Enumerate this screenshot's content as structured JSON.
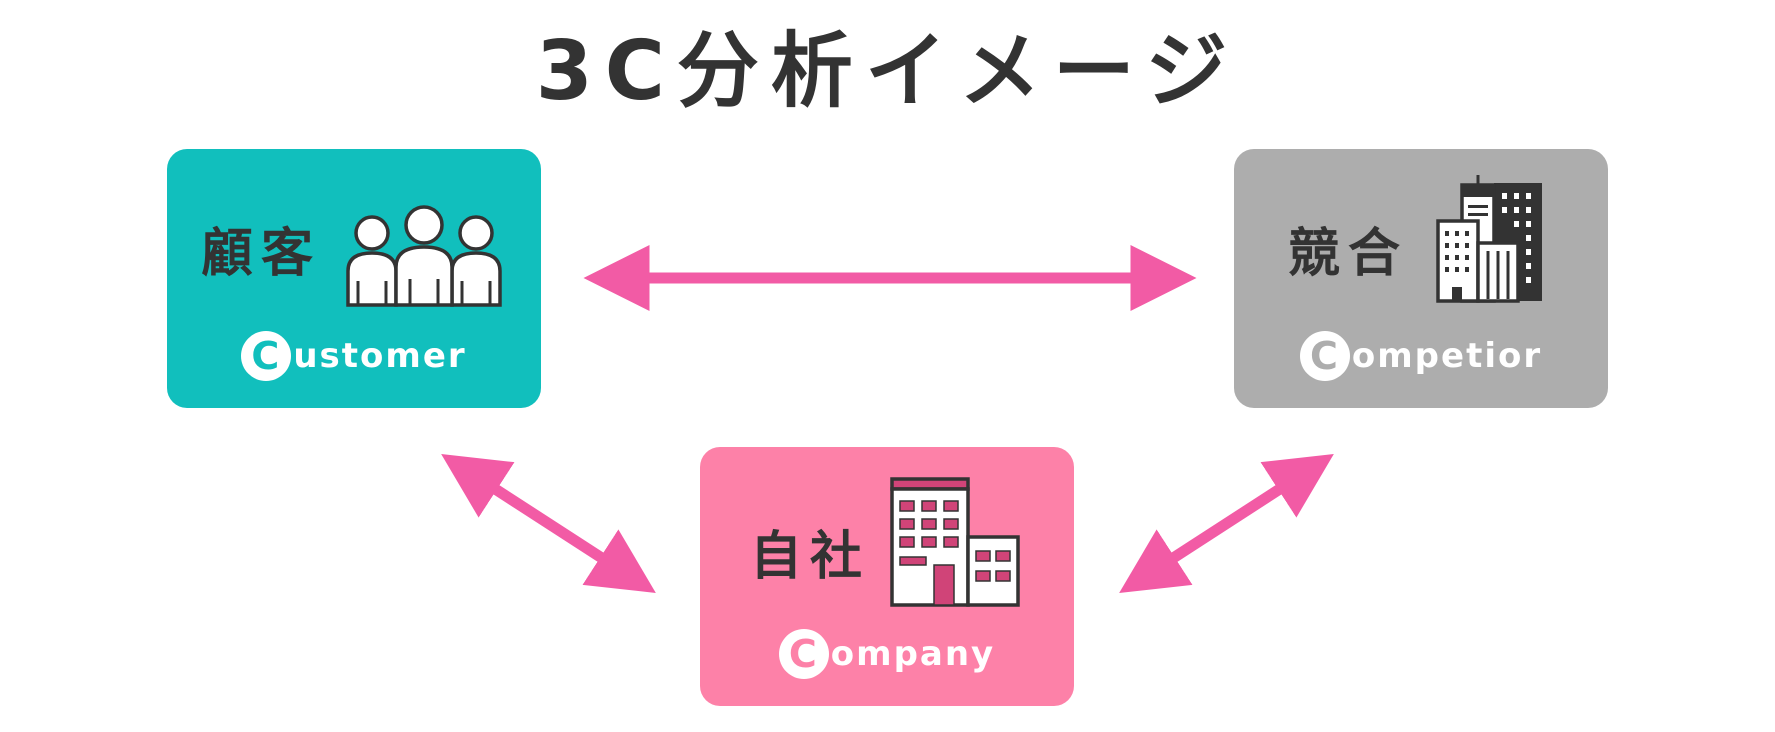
{
  "title": "3C分析イメージ",
  "colors": {
    "customer_bg": "#11bfbd",
    "competitor_bg": "#adadad",
    "company_bg": "#fd81a8",
    "arrow": "#f25ba5",
    "dark": "#333333"
  },
  "nodes": {
    "customer": {
      "label": "顧客",
      "initial": "C",
      "sub": "ustomer",
      "icon": "people-group-icon"
    },
    "competitor": {
      "label": "競合",
      "initial": "C",
      "sub": "ompetior",
      "icon": "office-buildings-icon"
    },
    "company": {
      "label": "自社",
      "initial": "C",
      "sub": "ompany",
      "icon": "company-building-icon"
    }
  },
  "edges": [
    {
      "from": "customer",
      "to": "competitor",
      "type": "bidirectional"
    },
    {
      "from": "customer",
      "to": "company",
      "type": "bidirectional"
    },
    {
      "from": "competitor",
      "to": "company",
      "type": "bidirectional"
    }
  ]
}
